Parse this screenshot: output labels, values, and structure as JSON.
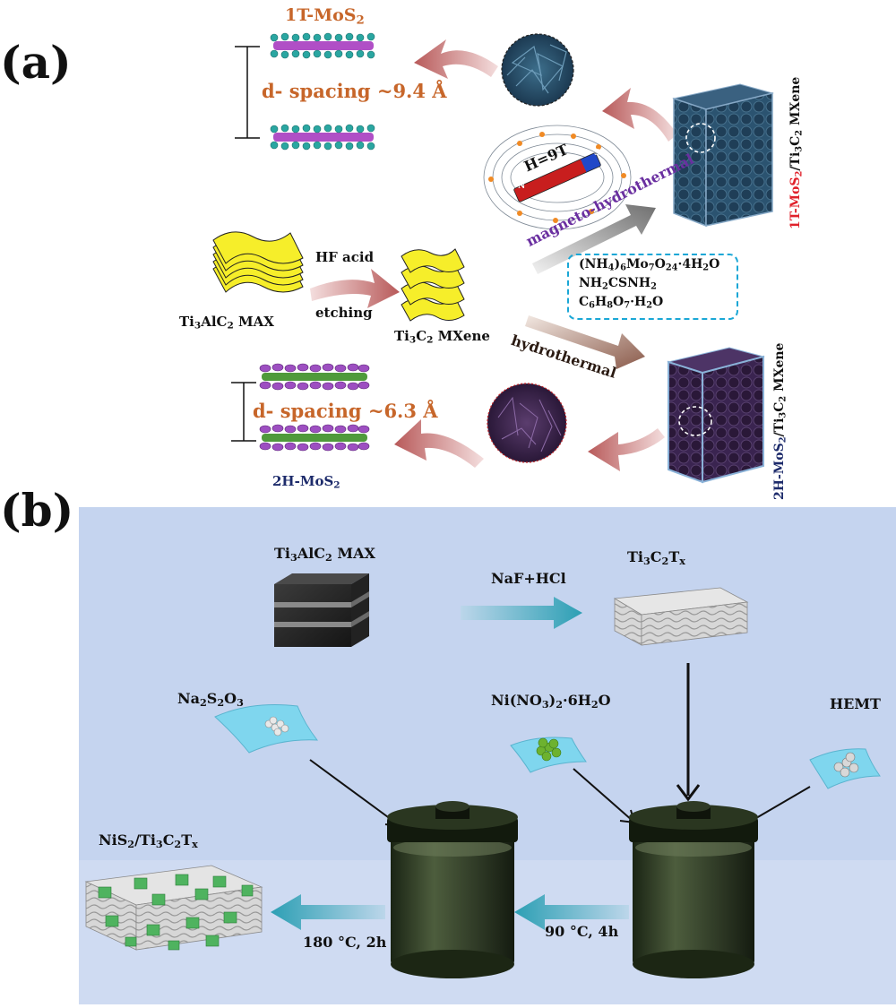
{
  "panel_a": {
    "letter": "(a)",
    "top_phase": {
      "name": "1T-MoS",
      "sub": "2"
    },
    "top_spacing": "d- spacing ~9.4 Å",
    "bottom_phase": {
      "name": "2H-MoS",
      "sub": "2"
    },
    "bottom_spacing": "d- spacing ~6.3 Å",
    "max_label": {
      "a": "Ti",
      "a_sub": "3",
      "b": "AlC",
      "b_sub": "2",
      "c": " MAX"
    },
    "mxene_label": {
      "a": "Ti",
      "a_sub": "3",
      "b": "C",
      "b_sub": "2",
      "c": " MXene"
    },
    "etch_top": "HF acid",
    "etch_bottom": "etching",
    "magnet_field": "H=9T",
    "magnet_n": "N",
    "magnet_s": "S",
    "route_top": "magneto-hydrothermal",
    "route_bottom": "hydrothermal",
    "reagents": [
      {
        "p1": "(NH",
        "s1": "4",
        "p2": ")",
        "s2": "6",
        "p3": "Mo",
        "s3": "7",
        "p4": "O",
        "s4": "24",
        "p5": "·4H",
        "s5": "2",
        "p6": "O"
      },
      {
        "p1": "NH",
        "s1": "2",
        "p2": "CSNH",
        "s2": "2",
        "p3": "",
        "s3": "",
        "p4": "",
        "s4": "",
        "p5": "",
        "s5": "",
        "p6": ""
      },
      {
        "p1": "C",
        "s1": "6",
        "p2": "H",
        "s2": "8",
        "p3": "O",
        "s3": "7",
        "p4": "·H",
        "s4": "2",
        "p5": "O",
        "s5": "",
        "p6": ""
      }
    ],
    "composite_top": {
      "a": "1T-MoS",
      "a_sub": "2",
      "b": "/Ti",
      "b_sub": "3",
      "c": "C",
      "c_sub": "2",
      "d": " MXene"
    },
    "composite_bottom": {
      "a": "2H-MoS",
      "a_sub": "2",
      "b": "/Ti",
      "b_sub": "3",
      "c": "C",
      "c_sub": "2",
      "d": " MXene"
    }
  },
  "panel_b": {
    "letter": "(b)",
    "max_label": {
      "a": "Ti",
      "a_sub": "3",
      "b": "AlC",
      "b_sub": "2",
      "c": " MAX"
    },
    "etchant": "NaF+HCl",
    "mxene_label": {
      "a": "Ti",
      "a_sub": "3",
      "b": "C",
      "b_sub": "2",
      "c": "T",
      "c_sub": "x"
    },
    "thio_label": {
      "a": "Na",
      "a_sub": "2",
      "b": "S",
      "b_sub": "2",
      "c": "O",
      "c_sub": "3"
    },
    "nickel_label": {
      "a": "Ni(NO",
      "a_sub": "3",
      "b": ")",
      "b_sub": "2",
      "c": "·6H",
      "c_sub": "2",
      "d": "O"
    },
    "hemt_label": "HEMT",
    "product_label": {
      "a": "NiS",
      "a_sub": "2",
      "b": "/Ti",
      "b_sub": "3",
      "c": "C",
      "c_sub": "2",
      "d": "T",
      "d_sub": "x"
    },
    "step1": "90 °C, 4h",
    "step2": "180 °C, 2h"
  }
}
